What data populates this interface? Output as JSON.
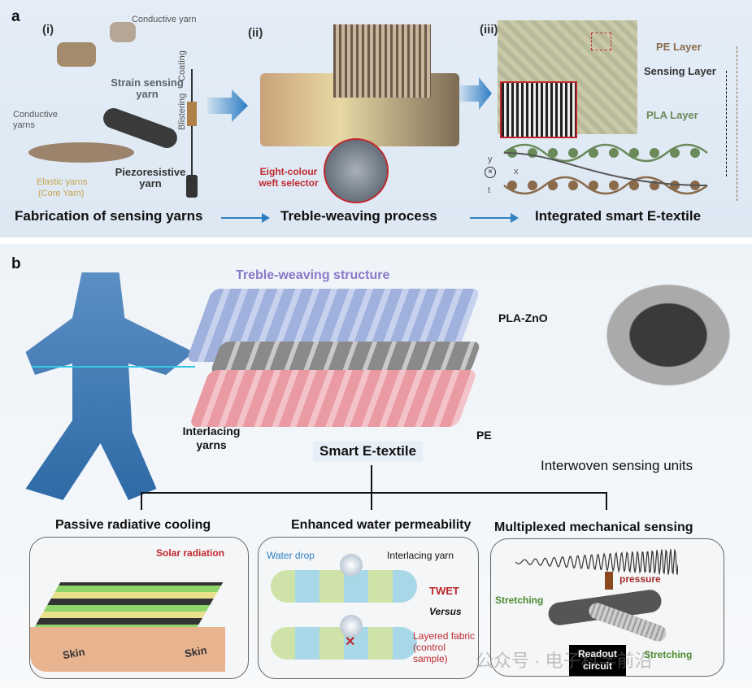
{
  "panel_a": {
    "label": "a",
    "sub_i": "(i)",
    "sub_ii": "(ii)",
    "sub_iii": "(iii)",
    "i": {
      "conductive_yarn": "Conductive yarn",
      "coating": "Coating",
      "blistering": "Blistering",
      "strain_sensing_yarn": "Strain sensing yarn",
      "conductive_yarns": "Conductive yarns",
      "piezoresistive_yarn": "Piezoresistive yarn",
      "elastic_yarns": "Elastic yarns",
      "core_yarn": "(Core Yarn)"
    },
    "ii": {
      "weft_selector": "Eight-colour weft selector"
    },
    "iii": {
      "pe_layer": "PE Layer",
      "sensing_layer": "Sensing Layer",
      "pla_layer": "PLA Layer",
      "axis_y": "y",
      "axis_x": "x",
      "axis_t": "t"
    },
    "captions": [
      "Fabrication of sensing yarns",
      "Treble-weaving process",
      "Integrated smart  E-textile"
    ]
  },
  "panel_b": {
    "label": "b",
    "structure_title": "Treble-weaving structure",
    "pla_zno": "PLA-ZnO",
    "pe": "PE",
    "interlacing_yarns": "Interlacing yarns",
    "smart_etextile": "Smart E-textile",
    "interwoven_units": "Interwoven sensing units",
    "cooling": {
      "title": "Passive radiative cooling",
      "solar": "Solar radiation",
      "skin1": "Skin",
      "skin2": "Skin"
    },
    "water": {
      "title": "Enhanced water permeability",
      "water_drop": "Water drop",
      "interlacing_yarn": "Interlacing yarn",
      "twet": "TWET",
      "versus": "Versus",
      "layered": "Layered fabric",
      "control": "(control sample)"
    },
    "sensing": {
      "title": "Multiplexed mechanical sensing",
      "pressure": "pressure",
      "stretching1": "Stretching",
      "stretching2": "Stretching",
      "readout": "Readout circuit"
    }
  },
  "watermark": "公众号 · 电子科学前沿"
}
